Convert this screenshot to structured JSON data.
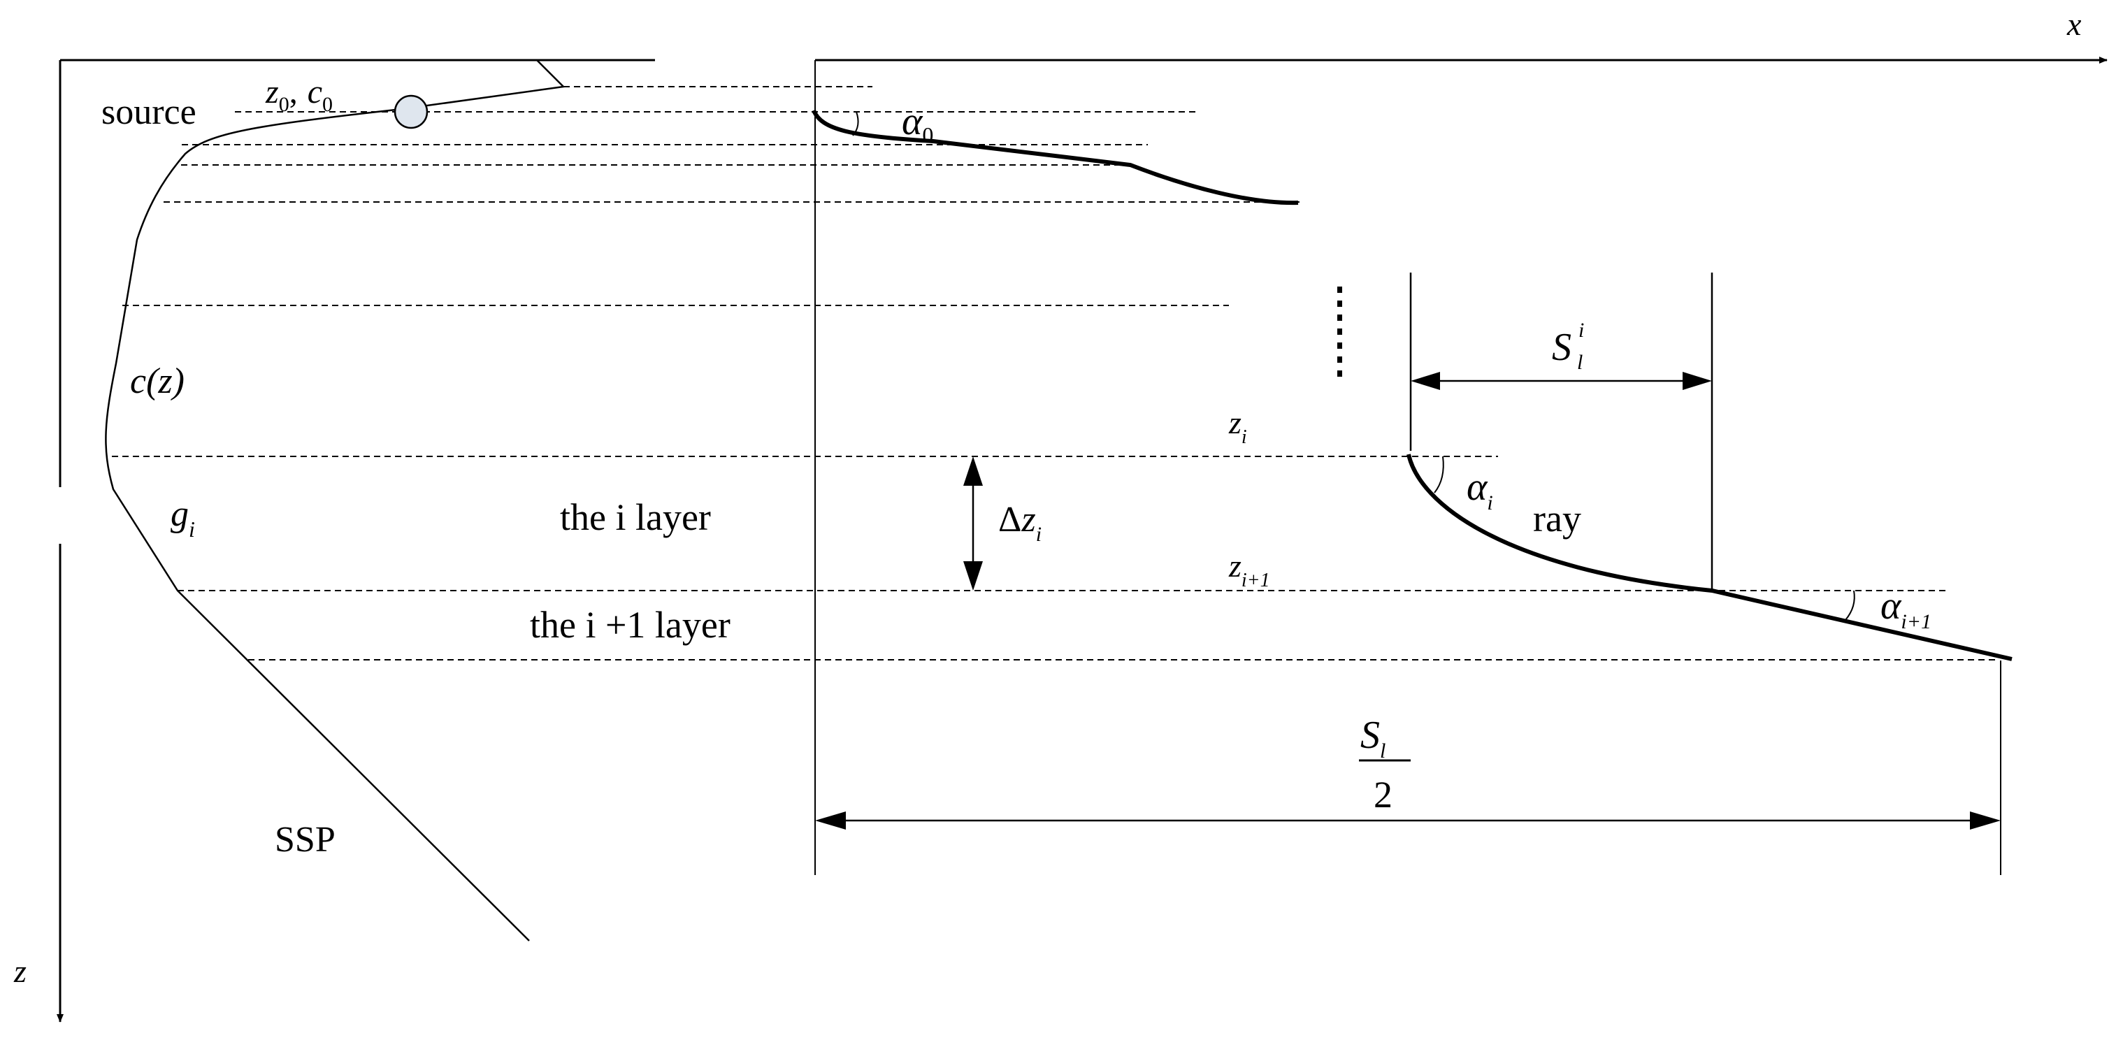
{
  "labels": {
    "x_axis": "x",
    "z_axis": "z",
    "source": "source",
    "source_pos": {
      "z": "z",
      "z_sub": "0",
      "sep": ",",
      "c": "c",
      "c_sub": "0"
    },
    "sound_speed": "c(z)",
    "gradient": {
      "main": "g",
      "sub": "i"
    },
    "ssp": "SSP",
    "layer_i": "the i layer",
    "layer_i1": "the i +1 layer",
    "alpha0": {
      "main": "α",
      "sub": "0"
    },
    "alpha_i": {
      "main": "α",
      "sub": "i"
    },
    "alpha_i1": {
      "main": "α",
      "sub": "i+1"
    },
    "z_i": {
      "main": "z",
      "sub": "i"
    },
    "z_i1": {
      "main": "z",
      "sub": "i+1"
    },
    "delta_z": {
      "delta": "Δ",
      "main": "z",
      "sub": "i"
    },
    "ray": "ray",
    "s_li": {
      "main": "S",
      "sub": "l",
      "sup": "i"
    },
    "s_half": {
      "num_main": "S",
      "num_sub": "l",
      "den": "2"
    }
  },
  "colors": {
    "stroke": "#000000",
    "source_fill": "#dfe6ee",
    "background": "#ffffff"
  }
}
